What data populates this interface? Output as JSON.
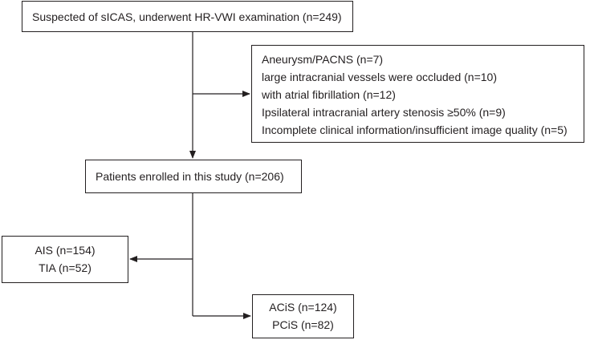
{
  "boxes": {
    "screened": "Suspected of sICAS, underwent HR-VWI examination (n=249)",
    "excluded": [
      "Aneurysm/PACNS (n=7)",
      "large intracranial vessels were occluded (n=10)",
      "with atrial fibrillation (n=12)",
      "Ipsilateral intracranial artery stenosis ≥50% (n=9)",
      "Incomplete clinical information/insufficient image quality (n=5)"
    ],
    "enrolled": "Patients enrolled in this study (n=206)",
    "group_type": [
      "AIS (n=154)",
      "TIA (n=52)"
    ],
    "group_circulation": [
      "ACiS (n=124)",
      "PCiS (n=82)"
    ]
  },
  "colors": {
    "line": "#231f20",
    "text": "#231f20"
  }
}
